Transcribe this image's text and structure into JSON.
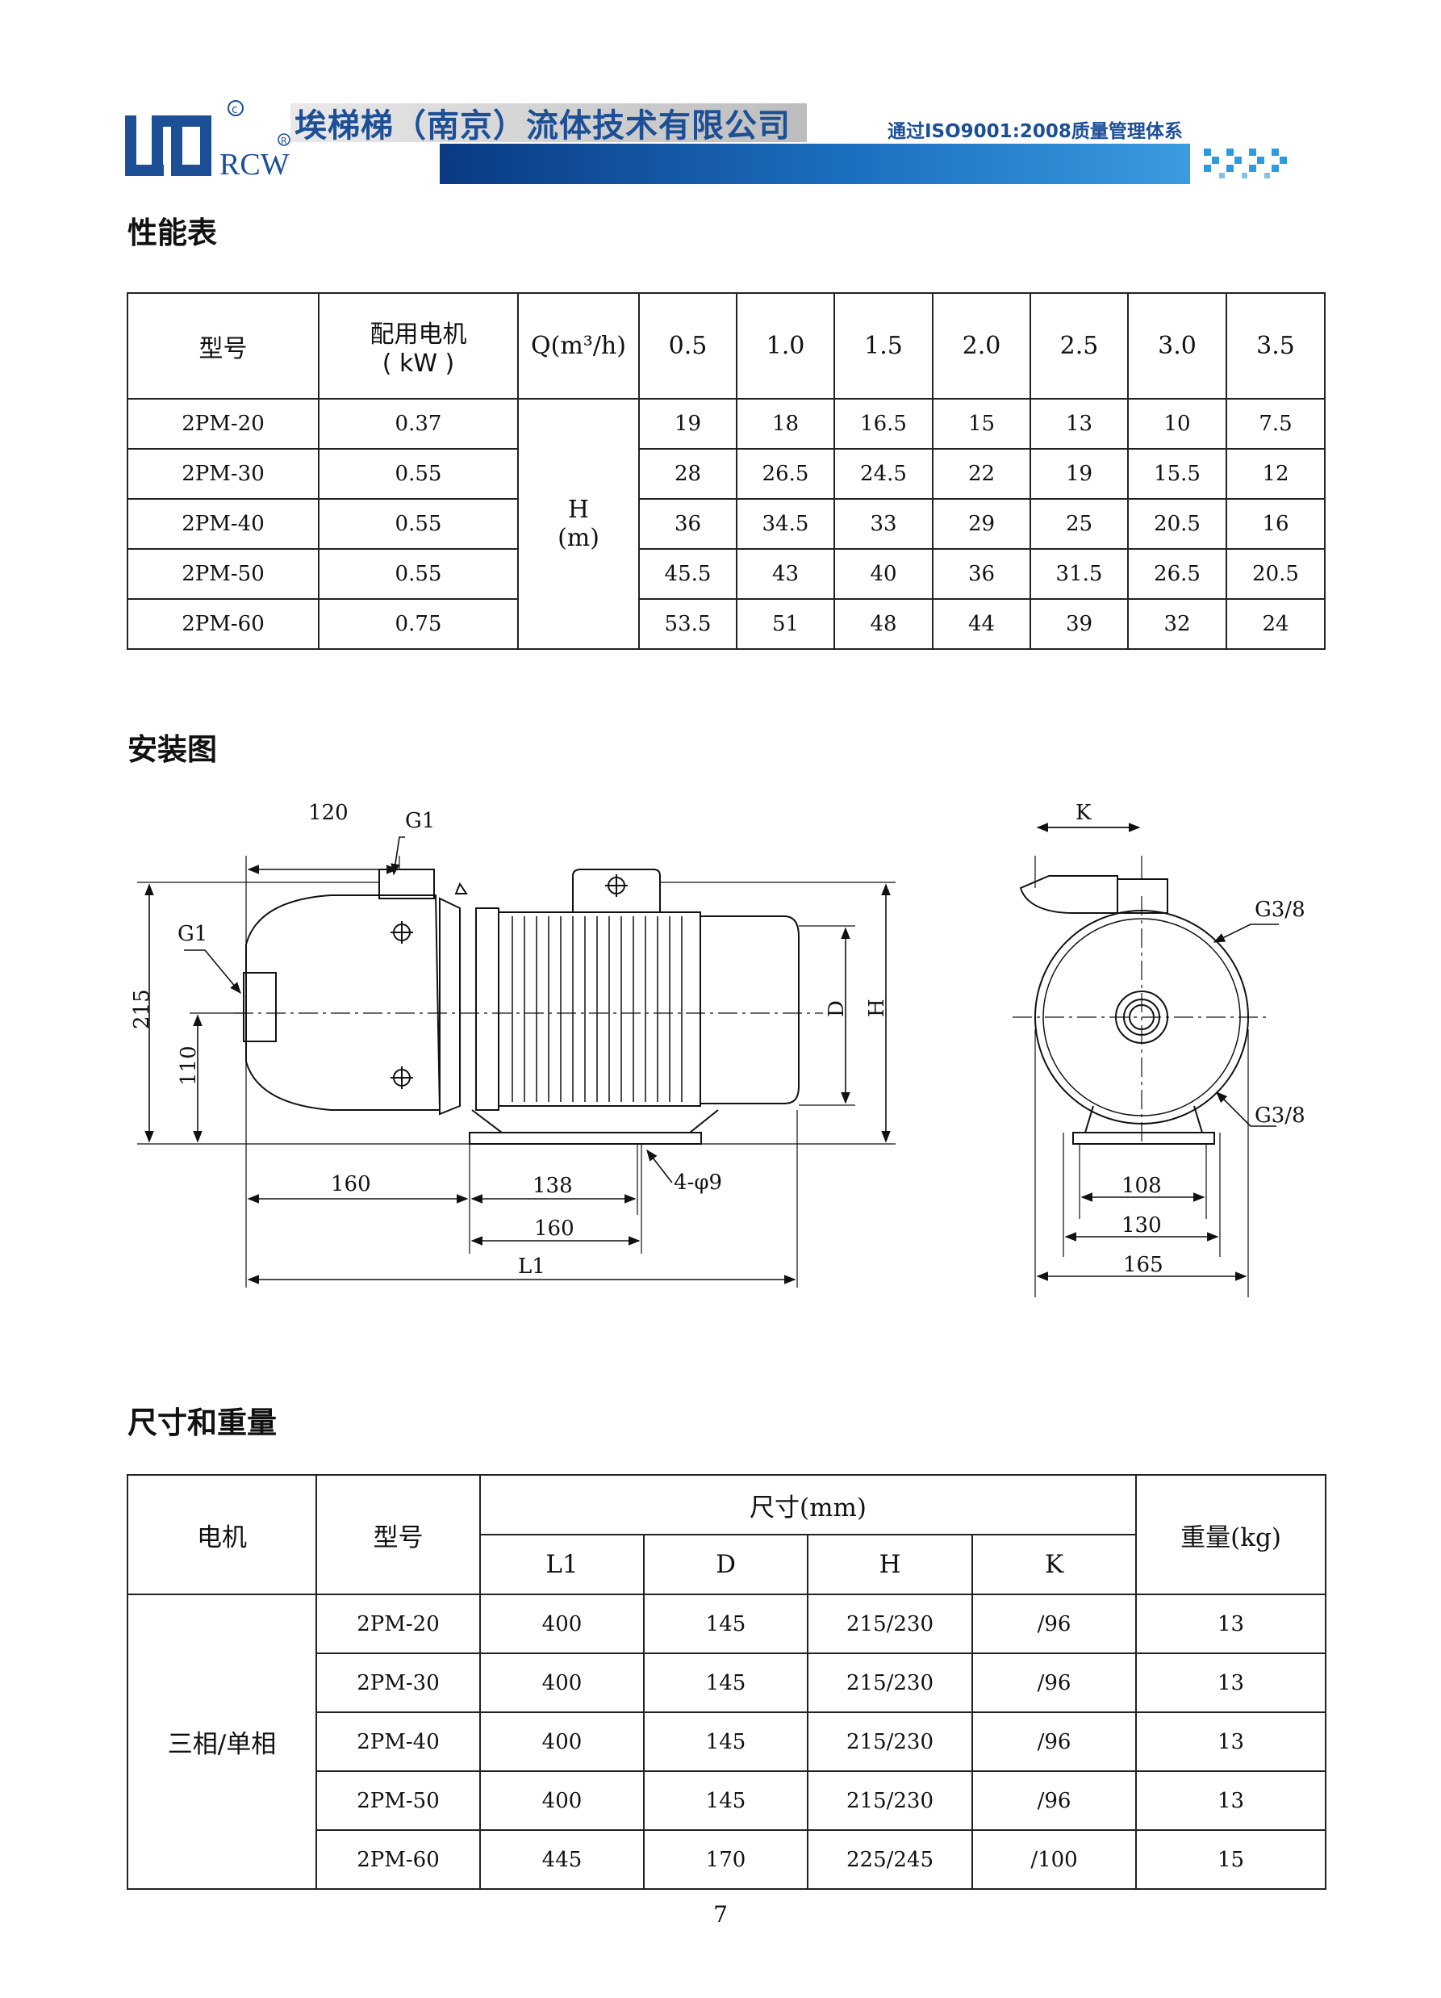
{
  "header": {
    "logo_text": "RCW",
    "company_name": "埃梯梯（南京）流体技术有限公司",
    "certification": "通过ISO9001:2008质量管理体系",
    "brand_color": "#1d4f96",
    "band_color": "#1c6fc0"
  },
  "performance": {
    "title": "性能表",
    "header": {
      "model": "型号",
      "motor_line1": "配用电机",
      "motor_line2": "( kW )",
      "q_label": "Q(m³/h)",
      "flows": [
        "0.5",
        "1.0",
        "1.5",
        "2.0",
        "2.5",
        "3.0",
        "3.5"
      ]
    },
    "h_label_line1": "H",
    "h_label_line2": "(m)",
    "rows": [
      {
        "model": "2PM-20",
        "power": "0.37",
        "heads": [
          "19",
          "18",
          "16.5",
          "15",
          "13",
          "10",
          "7.5"
        ]
      },
      {
        "model": "2PM-30",
        "power": "0.55",
        "heads": [
          "28",
          "26.5",
          "24.5",
          "22",
          "19",
          "15.5",
          "12"
        ]
      },
      {
        "model": "2PM-40",
        "power": "0.55",
        "heads": [
          "36",
          "34.5",
          "33",
          "29",
          "25",
          "20.5",
          "16"
        ]
      },
      {
        "model": "2PM-50",
        "power": "0.55",
        "heads": [
          "45.5",
          "43",
          "40",
          "36",
          "31.5",
          "26.5",
          "20.5"
        ]
      },
      {
        "model": "2PM-60",
        "power": "0.75",
        "heads": [
          "53.5",
          "51",
          "48",
          "44",
          "39",
          "32",
          "24"
        ]
      }
    ]
  },
  "installation": {
    "title": "安装图",
    "labels": {
      "d120": "120",
      "g1_top": "G1",
      "g1_left": "G1",
      "d215": "215",
      "d110": "110",
      "D": "D",
      "H": "H",
      "d160a": "160",
      "d138": "138",
      "holes": "4-φ9",
      "d160b": "160",
      "L1": "L1",
      "K": "K",
      "g38_top": "G3/8",
      "g38_bottom": "G3/8",
      "d108": "108",
      "d130": "130",
      "d165": "165"
    }
  },
  "dimensions": {
    "title": "尺寸和重量",
    "header": {
      "motor": "电机",
      "model": "型号",
      "size": "尺寸(mm)",
      "weight": "重量(kg)",
      "cols": [
        "L1",
        "D",
        "H",
        "K"
      ]
    },
    "motor_type": "三相/单相",
    "rows": [
      {
        "model": "2PM-20",
        "L1": "400",
        "D": "145",
        "H": "215/230",
        "K": "/96",
        "weight": "13"
      },
      {
        "model": "2PM-30",
        "L1": "400",
        "D": "145",
        "H": "215/230",
        "K": "/96",
        "weight": "13"
      },
      {
        "model": "2PM-40",
        "L1": "400",
        "D": "145",
        "H": "215/230",
        "K": "/96",
        "weight": "13"
      },
      {
        "model": "2PM-50",
        "L1": "400",
        "D": "145",
        "H": "215/230",
        "K": "/96",
        "weight": "13"
      },
      {
        "model": "2PM-60",
        "L1": "445",
        "D": "170",
        "H": "225/245",
        "K": "/100",
        "weight": "15"
      }
    ]
  },
  "page_number": "7"
}
